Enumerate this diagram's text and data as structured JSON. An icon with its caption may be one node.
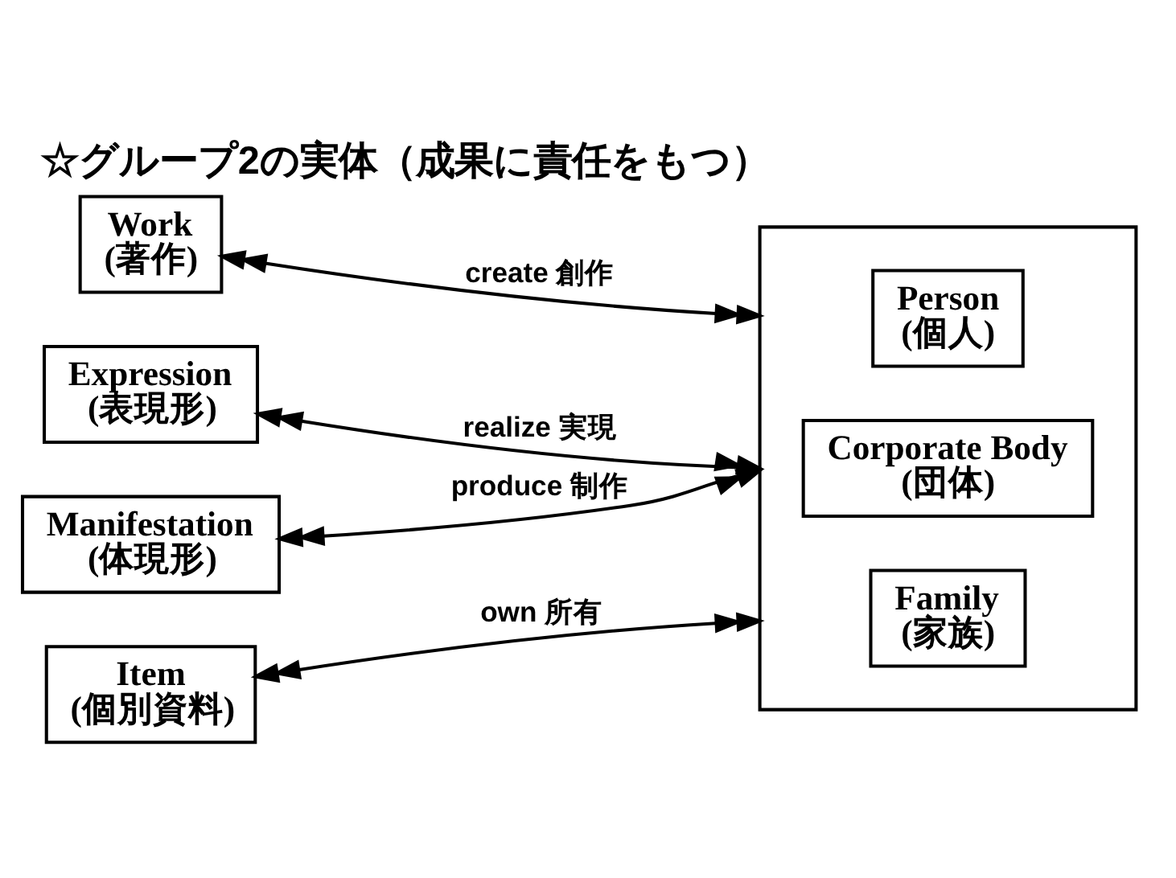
{
  "diagram": {
    "title": "☆グループ2の実体（成果に責任をもつ）",
    "nodes": [
      {
        "text": [
          "Work",
          "(著作)"
        ]
      },
      {
        "text": [
          "Expression",
          "(表現形)"
        ]
      },
      {
        "text": [
          "Manifestation",
          "(体現形)"
        ]
      },
      {
        "text": [
          "Item",
          "(個別資料)"
        ]
      },
      {
        "text": [],
        "shape": "box"
      },
      {
        "text": [
          "Person",
          "(個人)"
        ],
        "in": 4
      },
      {
        "text": [
          "Corporate Body",
          "(団体)"
        ],
        "in": 4
      },
      {
        "text": [
          "Family",
          "(家族)"
        ],
        "in": 4
      }
    ],
    "edges": [
      {
        "from": 0,
        "to": 4,
        "arrow": "both",
        "label": "create 創作"
      },
      {
        "from": 1,
        "to": 4,
        "arrow": "both",
        "label": "realize 実現"
      },
      {
        "from": 2,
        "to": 4,
        "arrow": "both",
        "label": "produce 制作"
      },
      {
        "from": 3,
        "to": 4,
        "arrow": "both",
        "label": "own 所有"
      }
    ]
  }
}
